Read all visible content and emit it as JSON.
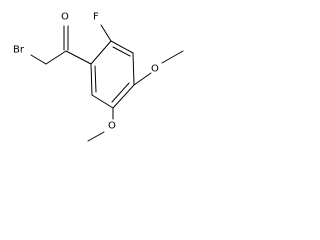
{
  "molecule": {
    "atoms": {
      "fluorine": "F",
      "carbonyl_oxygen": "O",
      "bromine": "Br",
      "methoxy_oxygen_top": "O",
      "methoxy_oxygen_bottom": "O"
    }
  },
  "colors": {
    "background": "#ffffff",
    "ink": "#000000"
  }
}
